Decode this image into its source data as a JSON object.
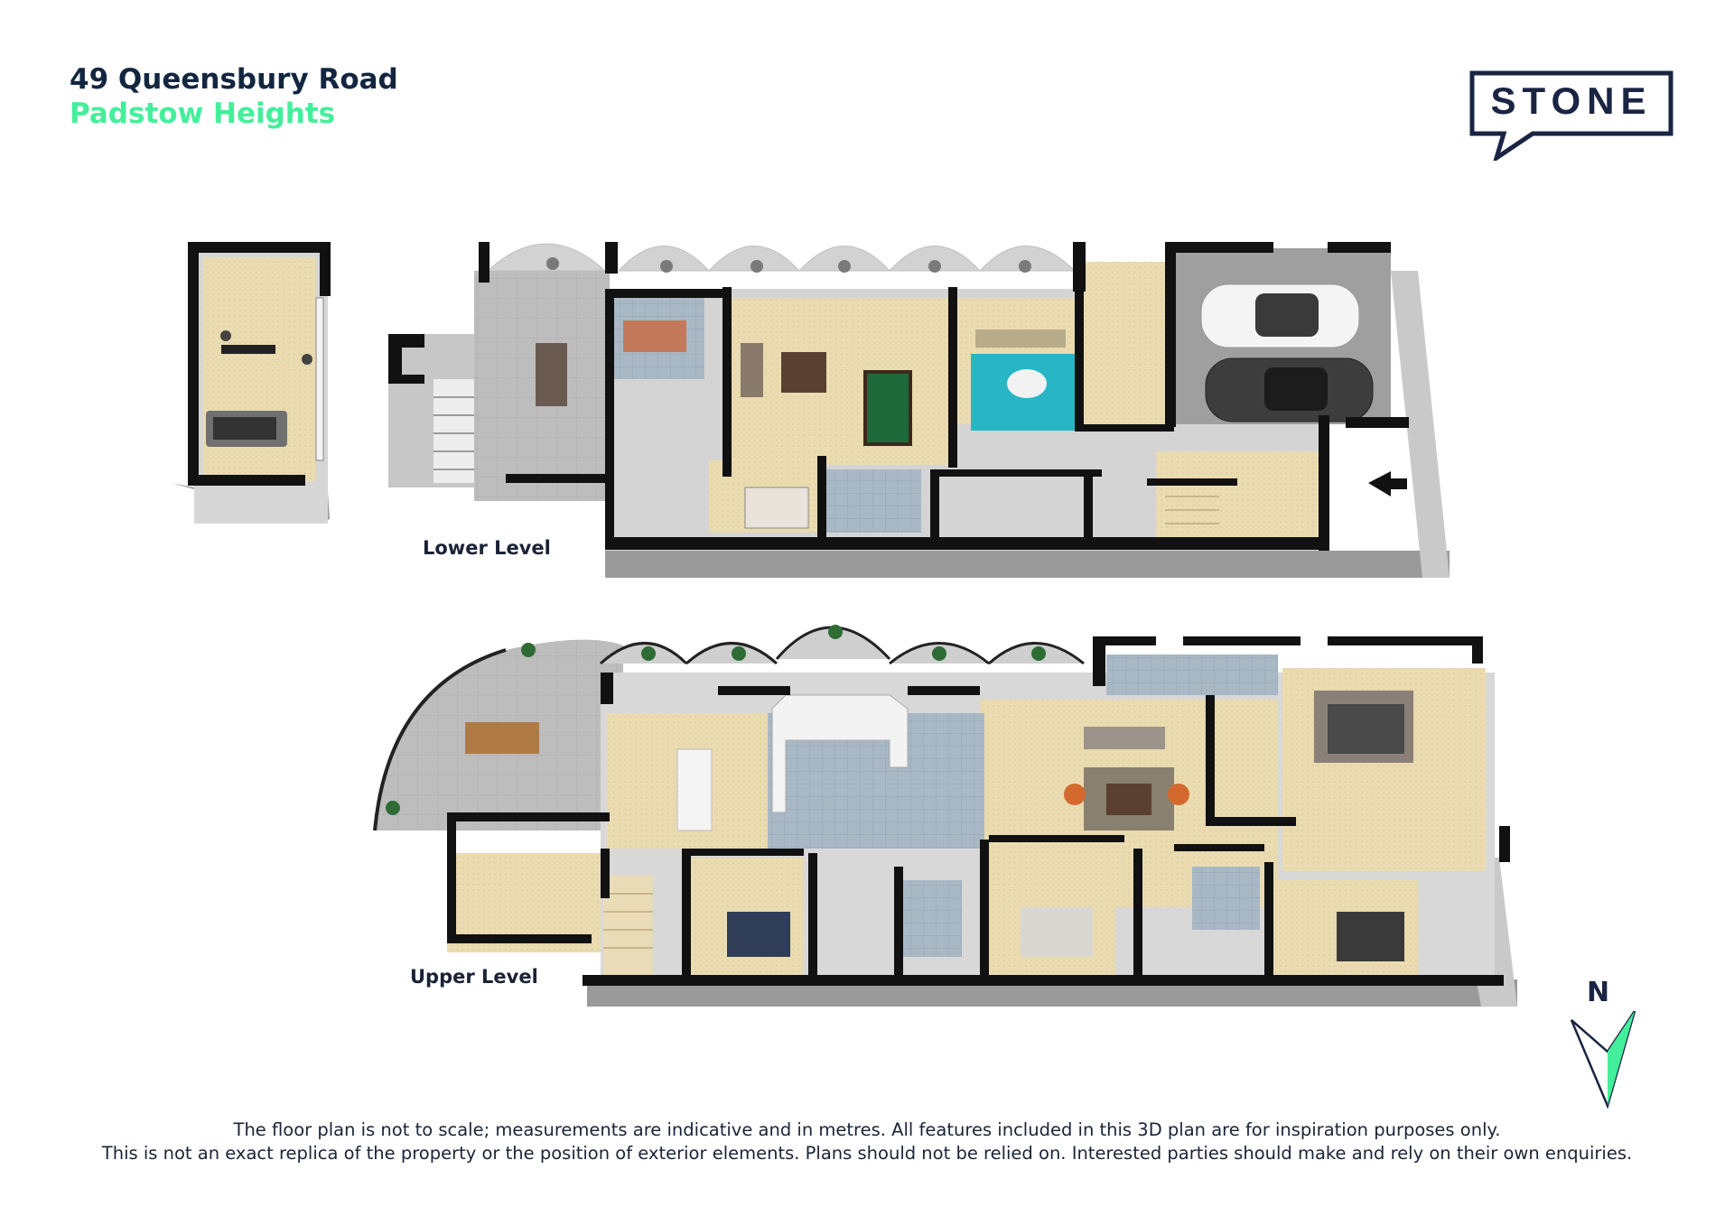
{
  "address": {
    "street": "49 Queensbury Road",
    "suburb": "Padstow Heights"
  },
  "brand": {
    "logo_text": "STONE",
    "navy": "#1a2443",
    "mint": "#43ef9a"
  },
  "levels": [
    {
      "label": "Lower Level"
    },
    {
      "label": "Upper Level"
    }
  ],
  "compass": {
    "label": "N"
  },
  "disclaimer": {
    "line1": "The floor plan is not to scale; measurements are indicative and in metres. All features included in this 3D plan are for inspiration purposes only.",
    "line2": "This is not an exact replica of the property or the position of exterior elements. Plans should not be relied on. Interested parties should make and rely on their own enquiries."
  },
  "palette": {
    "wall": "#111111",
    "carpet": "#e9d9ae",
    "tile": "#a7b6c2",
    "paving": "#bcbcbc",
    "pool_rug": "#29b7c8",
    "outside": "#cfcfcf"
  }
}
